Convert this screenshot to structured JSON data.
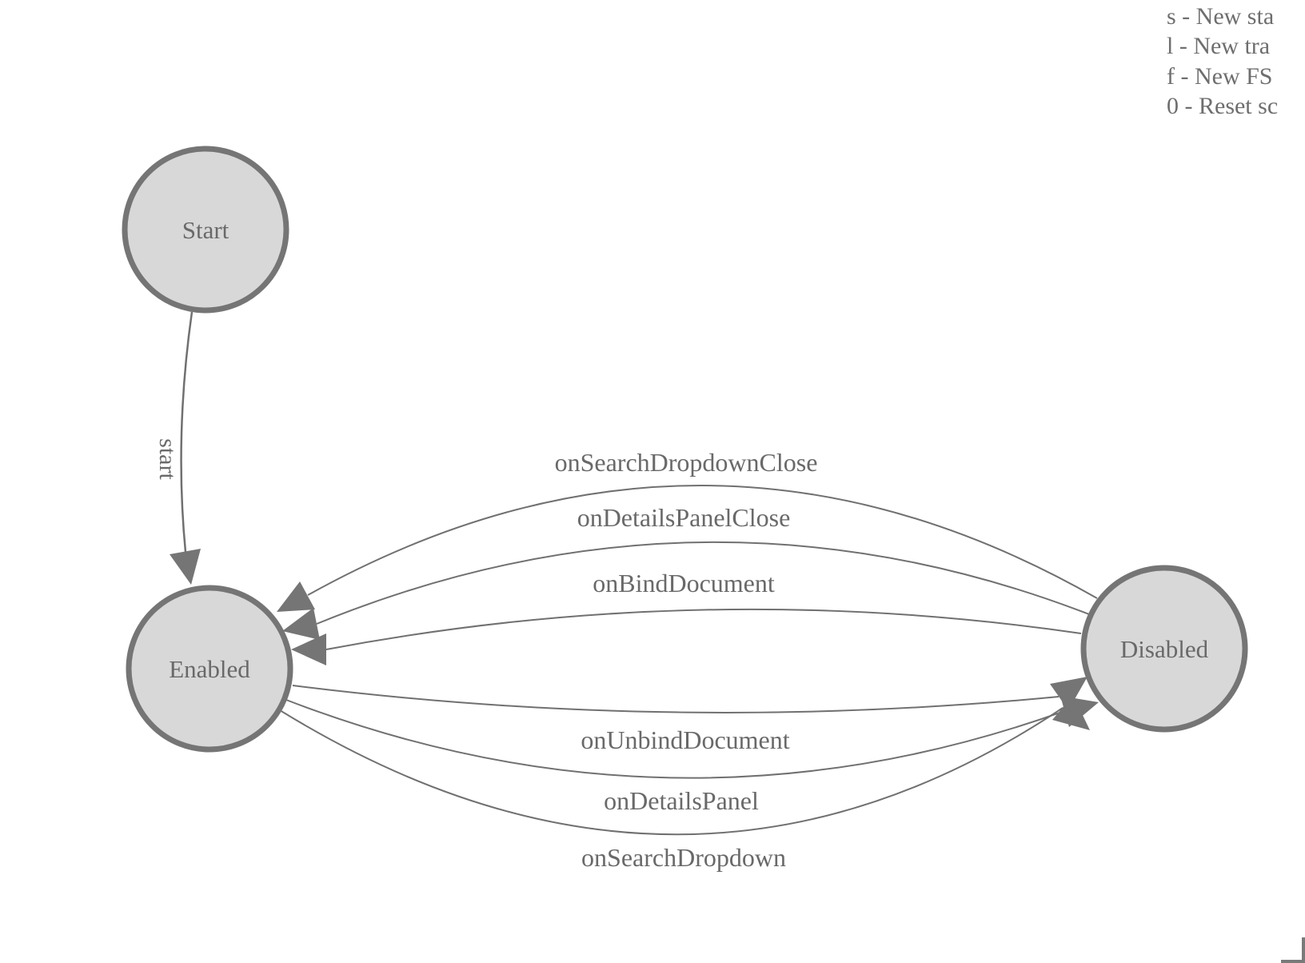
{
  "diagram": {
    "type": "fsm-state-diagram",
    "states": [
      {
        "label": "Start"
      },
      {
        "label": "Enabled"
      },
      {
        "label": "Disabled"
      }
    ],
    "transitions": [
      {
        "label": "start",
        "from": "Start",
        "to": "Enabled"
      },
      {
        "label": "onSearchDropdownClose",
        "from": "Disabled",
        "to": "Enabled"
      },
      {
        "label": "onDetailsPanelClose",
        "from": "Disabled",
        "to": "Enabled"
      },
      {
        "label": "onBindDocument",
        "from": "Disabled",
        "to": "Enabled"
      },
      {
        "label": "onUnbindDocument",
        "from": "Enabled",
        "to": "Disabled"
      },
      {
        "label": "onDetailsPanel",
        "from": "Enabled",
        "to": "Disabled"
      },
      {
        "label": "onSearchDropdown",
        "from": "Enabled",
        "to": "Disabled"
      }
    ]
  },
  "legend": {
    "lines": [
      "s - New sta",
      "l - New tra",
      "f - New FS",
      "0 - Reset sc"
    ]
  },
  "colors": {
    "background": "#ffffff",
    "node_fill": "#d8d8d8",
    "node_stroke": "#757575",
    "edge_stroke": "#707070",
    "label_text": "#696969"
  }
}
